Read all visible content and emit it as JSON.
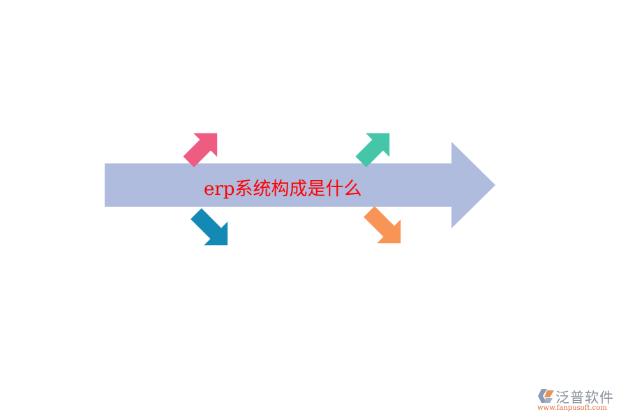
{
  "diagram": {
    "title": "erp系统构成是什么",
    "main_arrow": {
      "color": "#b0bcde",
      "direction": "right"
    },
    "branch_arrows": [
      {
        "position": "top-left",
        "direction": "up-right",
        "color": "#ef5c82"
      },
      {
        "position": "bottom-left",
        "direction": "down-right",
        "color": "#1589b5"
      },
      {
        "position": "top-right",
        "direction": "up-right",
        "color": "#46c6a8"
      },
      {
        "position": "bottom-right",
        "direction": "down-right",
        "color": "#f89556"
      }
    ],
    "text_color": "#ff0000"
  },
  "watermark": {
    "name": "泛普软件",
    "url": "www.fanpusoft.com",
    "icon": "fanpu-logo-icon"
  }
}
